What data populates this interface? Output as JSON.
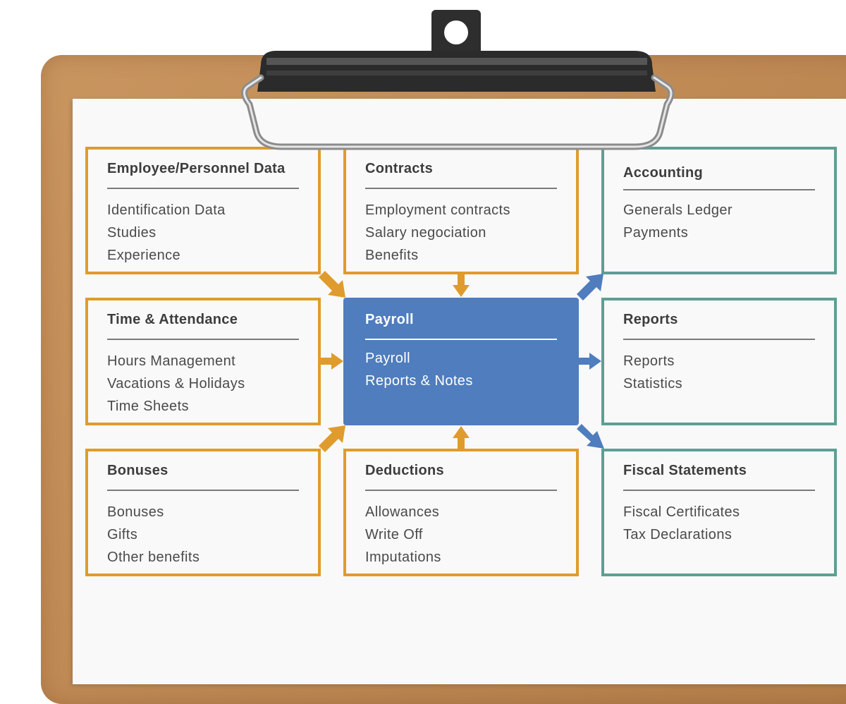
{
  "colors": {
    "input_border": "#e09b2d",
    "output_border": "#5f9e93",
    "center_fill": "#4f7dbd",
    "board": "#c08a55",
    "paper": "#f9f9f9"
  },
  "boxes": {
    "employee": {
      "title": "Employee/Personnel Data",
      "items": [
        "Identification Data",
        "Studies",
        "Experience"
      ]
    },
    "contracts": {
      "title": "Contracts",
      "items": [
        "Employment contracts",
        "Salary negociation",
        "Benefits"
      ]
    },
    "accounting": {
      "title": "Accounting",
      "items": [
        "Generals Ledger",
        "Payments"
      ]
    },
    "time": {
      "title": "Time & Attendance",
      "items": [
        "Hours Management",
        "Vacations & Holidays",
        "Time Sheets"
      ]
    },
    "payroll": {
      "title": "Payroll",
      "items": [
        "Payroll",
        "Reports & Notes"
      ]
    },
    "reports": {
      "title": "Reports",
      "items": [
        "Reports",
        "Statistics"
      ]
    },
    "bonuses": {
      "title": "Bonuses",
      "items": [
        "Bonuses",
        "Gifts",
        "Other benefits"
      ]
    },
    "deductions": {
      "title": "Deductions",
      "items": [
        "Allowances",
        "Write Off",
        "Imputations"
      ]
    },
    "fiscal": {
      "title": "Fiscal Statements",
      "items": [
        "Fiscal Certificates",
        "Tax Declarations"
      ]
    }
  }
}
